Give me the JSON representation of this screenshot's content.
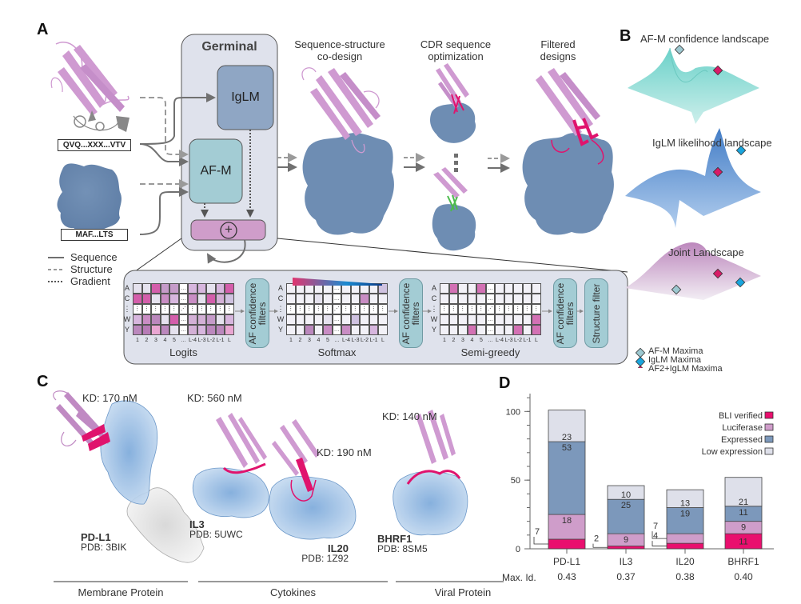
{
  "panels": {
    "a": "A",
    "b": "B",
    "c": "C",
    "d": "D"
  },
  "panel_a": {
    "germinal_title": "Germinal",
    "iglm_label": "IgLM",
    "afm_label": "AF-M",
    "plus_symbol": "+",
    "antibody_sequence": "QVQ...XXX...VTV",
    "target_sequence": "MAF...LTS",
    "legend": [
      {
        "label": "Sequence",
        "style": "solid"
      },
      {
        "label": "Structure",
        "style": "dashed"
      },
      {
        "label": "Gradient",
        "style": "dotted"
      }
    ],
    "stages": [
      {
        "title_line1": "Sequence-structure",
        "title_line2": "co-design"
      },
      {
        "title_line1": "CDR sequence",
        "title_line2": "optimization"
      },
      {
        "title_line1": "Filtered",
        "title_line2": "designs"
      }
    ],
    "pipeline": {
      "rows": [
        "A",
        "C",
        "⋮",
        "W",
        "Y"
      ],
      "columns": [
        "1",
        "2",
        "3",
        "4",
        "5",
        "...",
        "L-4",
        "L-3",
        "L-2",
        "L-1",
        "L"
      ],
      "matrices": [
        {
          "label": "Logits"
        },
        {
          "label": "Softmax"
        },
        {
          "label": "Semi-greedy"
        }
      ],
      "filter_label_1": "AF confidence",
      "filter_label_2": "filters",
      "structure_filter_label": "Structure filter"
    },
    "colors": {
      "germinal_bg": "#dfe2ec",
      "iglm": "#8fa6c4",
      "afm": "#a3ccd4",
      "combine": "#cf9dca",
      "target": "#6e8db3",
      "antibody": "#cf9ad1",
      "cdr": "#e0136d"
    }
  },
  "panel_b": {
    "landscapes": [
      {
        "title": "AF-M confidence landscape",
        "color": "#7fd3cc"
      },
      {
        "title": "IgLM likelihood landscape",
        "color": "#6b9ad4"
      },
      {
        "title": "Joint Landscape",
        "color": "#cfa8cf"
      }
    ],
    "legend": [
      {
        "label": "AF-M Maxima",
        "color": "#9dc8d0"
      },
      {
        "label": "IgLM Maxima",
        "color": "#1aa5dd"
      },
      {
        "label": "AF2+IgLM Maxima",
        "color": "#d81b68"
      }
    ]
  },
  "panel_c": {
    "complexes": [
      {
        "kd": "KD: 170 nM",
        "name": "PD-L1",
        "pdb": "PDB: 3BIK"
      },
      {
        "kd": "KD: 560 nM",
        "name": "IL3",
        "pdb": "PDB: 5UWC"
      },
      {
        "kd": "KD: 190 nM",
        "name": "IL20",
        "pdb": "PDB: 1Z92"
      },
      {
        "kd": "KD: 140 nM",
        "name": "BHRF1",
        "pdb": "PDB: 8SM5"
      }
    ],
    "categories": [
      "Membrane Protein",
      "Cytokines",
      "Viral Protein"
    ]
  },
  "chart_data": {
    "type": "bar",
    "stacked": true,
    "categories": [
      "PD-L1",
      "IL3",
      "IL20",
      "BHRF1"
    ],
    "series": [
      {
        "name": "BLI verified",
        "color": "#e90f6e",
        "values": [
          7,
          2,
          4,
          11
        ]
      },
      {
        "name": "Luciferase",
        "color": "#cf9dca",
        "values": [
          18,
          9,
          7,
          9
        ]
      },
      {
        "name": "Expressed",
        "color": "#7c98bb",
        "values": [
          53,
          25,
          19,
          11
        ]
      },
      {
        "name": "Low expression",
        "color": "#dee0ea",
        "values": [
          23,
          10,
          13,
          21
        ]
      }
    ],
    "yticks": [
      0,
      50,
      100
    ],
    "ylim": [
      0,
      113
    ],
    "legend_position": "top-right",
    "footer_label": "Max. Id.",
    "max_identity": [
      "0.43",
      "0.37",
      "0.38",
      "0.40"
    ]
  }
}
